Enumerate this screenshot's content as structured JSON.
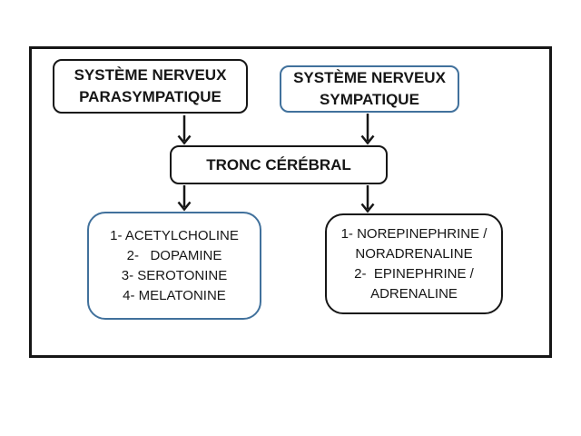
{
  "diagram": {
    "title_hint": "Autonomic nervous system neurotransmitters flowchart",
    "colors": {
      "background": "#ffffff",
      "line_black": "#161616",
      "accent_blue": "#41719C",
      "text": "#161616"
    },
    "boxes": {
      "parasympathetic": {
        "lines": [
          "SYSTÈME NERVEUX",
          "PARASYMPATIQUE"
        ]
      },
      "sympathetic": {
        "lines": [
          "SYSTÈME NERVEUX",
          "SYMPATIQUE"
        ]
      },
      "brainstem": {
        "label": "TRONC CÉRÉBRAL"
      },
      "parasympathetic_neurotransmitters": {
        "lines": [
          "1- ACETYLCHOLINE",
          "2-   DOPAMINE",
          "3- SEROTONINE",
          "4- MELATONINE"
        ]
      },
      "sympathetic_neurotransmitters": {
        "lines": [
          "1- NOREPINEPHRINE /",
          "NORADRENALINE",
          "2-  EPINEPHRINE /",
          "ADRENALINE"
        ]
      }
    },
    "connections": [
      {
        "from": "parasympathetic",
        "to": "brainstem"
      },
      {
        "from": "sympathetic",
        "to": "brainstem"
      },
      {
        "from": "brainstem",
        "to": "parasympathetic_neurotransmitters"
      },
      {
        "from": "brainstem",
        "to": "sympathetic_neurotransmitters"
      }
    ]
  }
}
